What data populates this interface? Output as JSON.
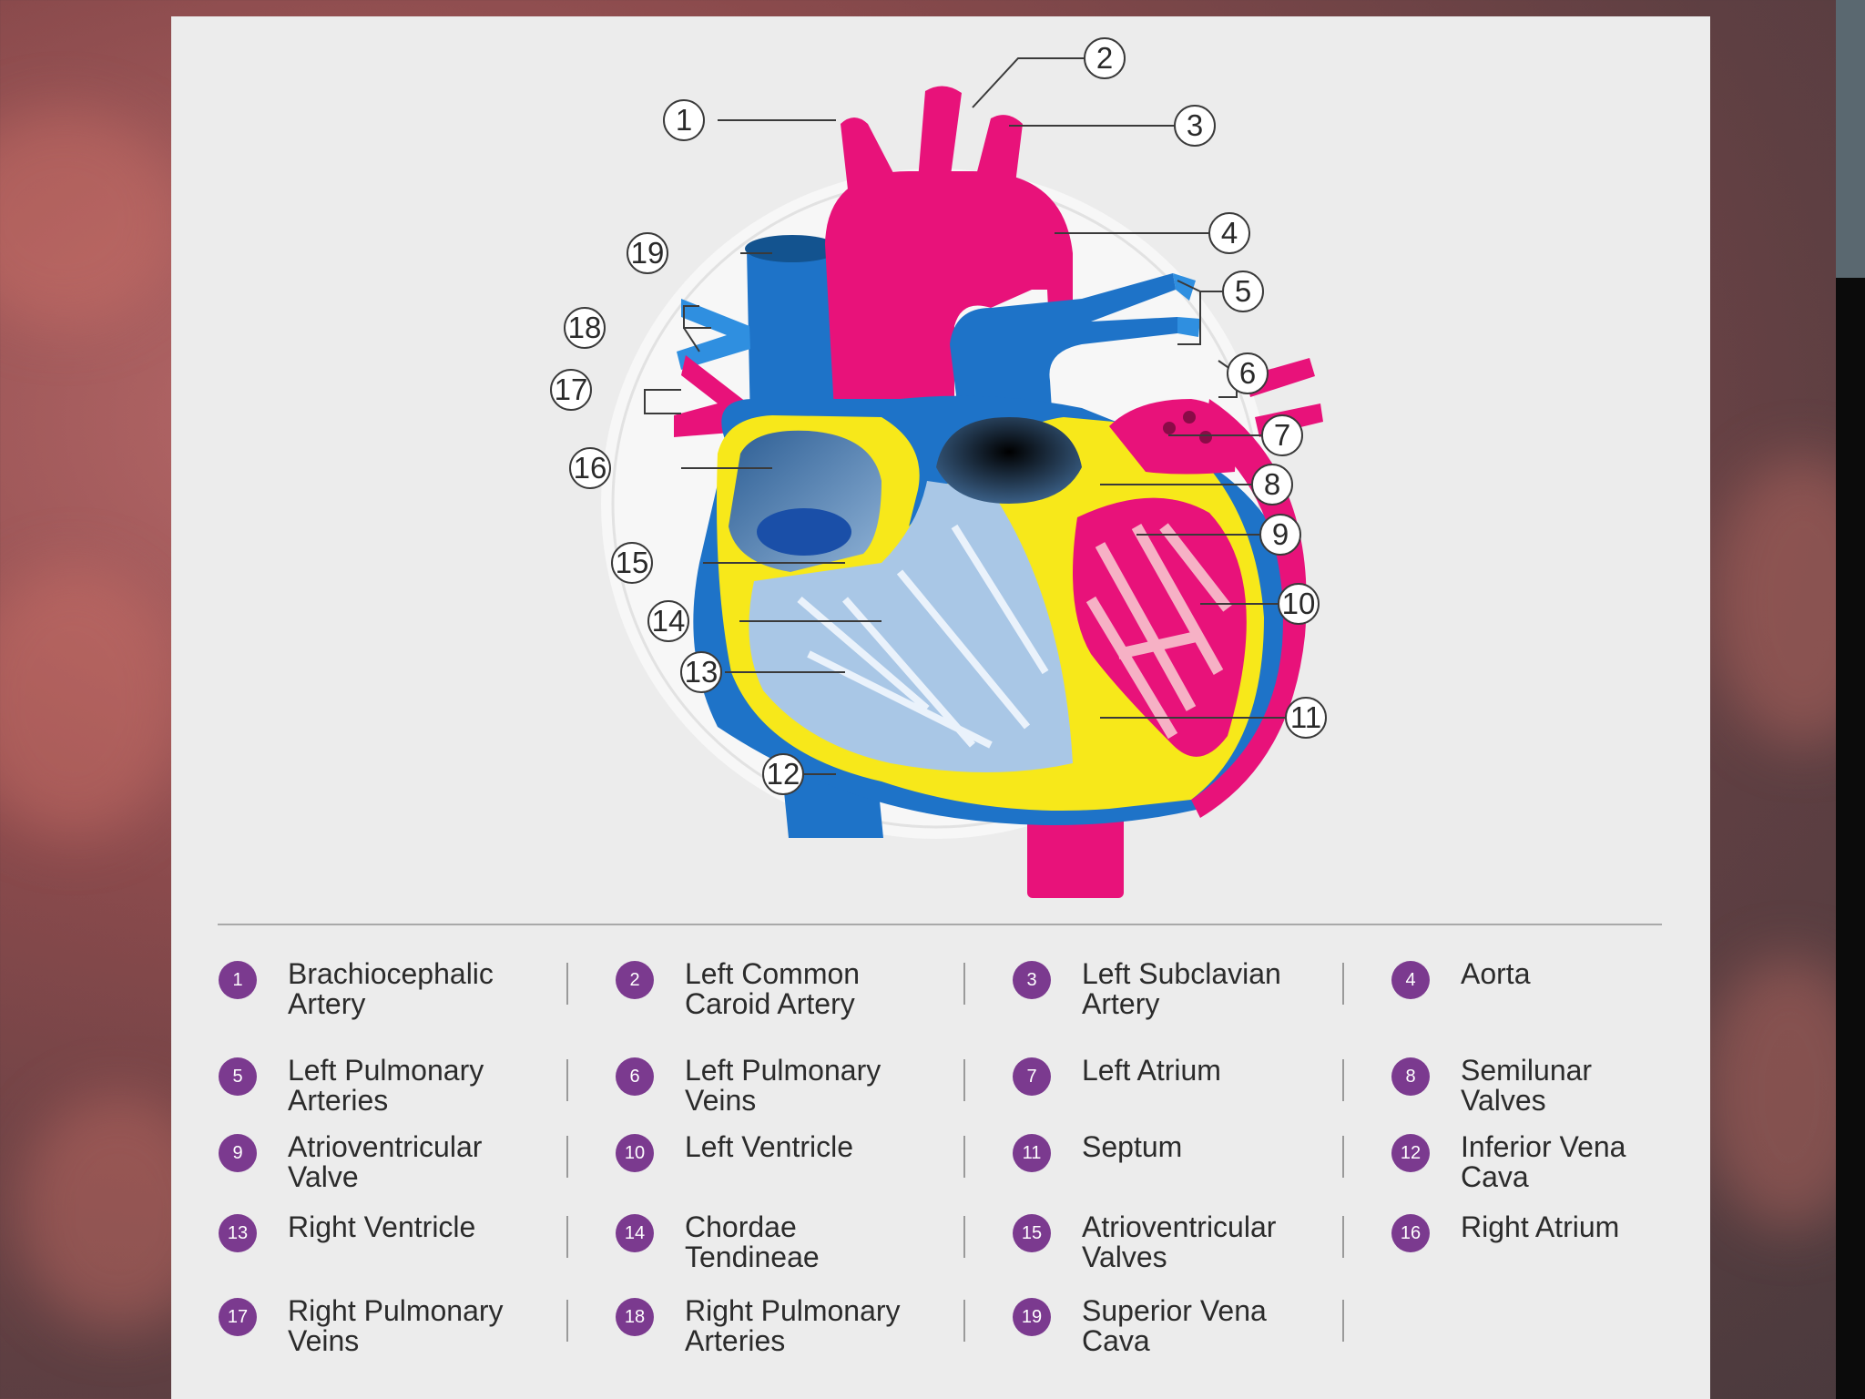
{
  "callouts": [
    "1",
    "2",
    "3",
    "4",
    "5",
    "6",
    "7",
    "8",
    "9",
    "10",
    "11",
    "12",
    "13",
    "14",
    "15",
    "16",
    "17",
    "18",
    "19"
  ],
  "legend": [
    {
      "num": "1",
      "label": "Brachiocephalic\nArtery"
    },
    {
      "num": "2",
      "label": "Left Common\nCaroid Artery"
    },
    {
      "num": "3",
      "label": "Left Subclavian\nArtery"
    },
    {
      "num": "4",
      "label": "Aorta"
    },
    {
      "num": "5",
      "label": "Left Pulmonary\nArteries"
    },
    {
      "num": "6",
      "label": "Left Pulmonary\nVeins"
    },
    {
      "num": "7",
      "label": "Left Atrium"
    },
    {
      "num": "8",
      "label": "Semilunar\nValves"
    },
    {
      "num": "9",
      "label": "Atrioventricular\nValve"
    },
    {
      "num": "10",
      "label": "Left Ventricle"
    },
    {
      "num": "11",
      "label": "Septum"
    },
    {
      "num": "12",
      "label": "Inferior Vena\nCava"
    },
    {
      "num": "13",
      "label": "Right Ventricle"
    },
    {
      "num": "14",
      "label": "Chordae\nTendineae"
    },
    {
      "num": "15",
      "label": "Atrioventricular\nValves"
    },
    {
      "num": "16",
      "label": "Right Atrium"
    },
    {
      "num": "17",
      "label": "Right Pulmonary\nVeins"
    },
    {
      "num": "18",
      "label": "Right Pulmonary\nArteries"
    },
    {
      "num": "19",
      "label": "Superior Vena\nCava"
    }
  ],
  "colors": {
    "artery": "#e8127a",
    "vein": "#1e73c8",
    "septum": "#f7e81a",
    "badge": "#7b3a8f",
    "card": "#ececec"
  }
}
